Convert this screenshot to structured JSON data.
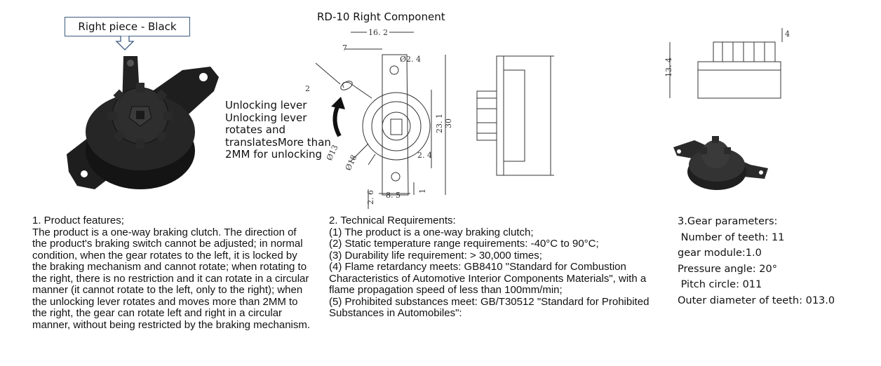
{
  "callout": {
    "label": "Right piece - Black"
  },
  "lever_annotation": {
    "line1": "Unlocking lever",
    "line2": "Unlocking lever",
    "line3": "rotates and",
    "line4": "translatesMore than",
    "line5": "2MM for unlocking"
  },
  "drawing": {
    "title": "RD-10 Right Component",
    "dims": {
      "width_top": "16. 2",
      "offset": "7",
      "hole": "Ø2. 4",
      "slot": "2",
      "height_inner": "23. 1",
      "height_total": "30",
      "d13": "Ø13",
      "d18": "Ø18",
      "w24": "2. 4",
      "w85": "8. 5",
      "h26": "2. 6",
      "h1": "1",
      "side_h": "13. 4",
      "side_top": "4"
    }
  },
  "product_features": {
    "heading": "1. Product features;",
    "body": "The product is a one-way braking clutch. The direction of the product's braking switch cannot be adjusted; in normal condition, when the gear rotates to the left, it is locked by the braking mechanism and cannot rotate; when rotating to the right, there is no restriction and it can rotate in a circular manner (it cannot rotate to the left, only to the right); when the unlocking lever rotates and moves more than 2MM to the right, the gear can rotate left and right in a circular manner, without being restricted by the braking mechanism."
  },
  "technical_requirements": {
    "heading": "2. Technical Requirements:",
    "items": [
      "(1) The product is a one-way braking clutch;",
      "(2) Static temperature range requirements: -40°C to 90°C;",
      "(3) Durability life requirement: > 30,000 times;",
      "(4) Flame retardancy meets: GB8410 \"Standard for Combustion Characteristics of Automotive Interior Components Materials\", with a flame propagation speed of less than 100mm/min;",
      "(5) Prohibited substances meet: GB/T30512 \"Standard for Prohibited Substances in Automobiles\":"
    ]
  },
  "gear_parameters": {
    "heading": "3.Gear parameters:",
    "teeth": " Number of teeth: 11",
    "module": "gear module:1.0",
    "pressure_angle": "Pressure angle: 20°",
    "pitch_circle": " Pitch circle: 011",
    "outer_diameter": "Outer diameter of teeth: 013.0"
  },
  "colors": {
    "callout_border": "#3d5a80",
    "part": "#1c1c1c",
    "line": "#333333"
  }
}
